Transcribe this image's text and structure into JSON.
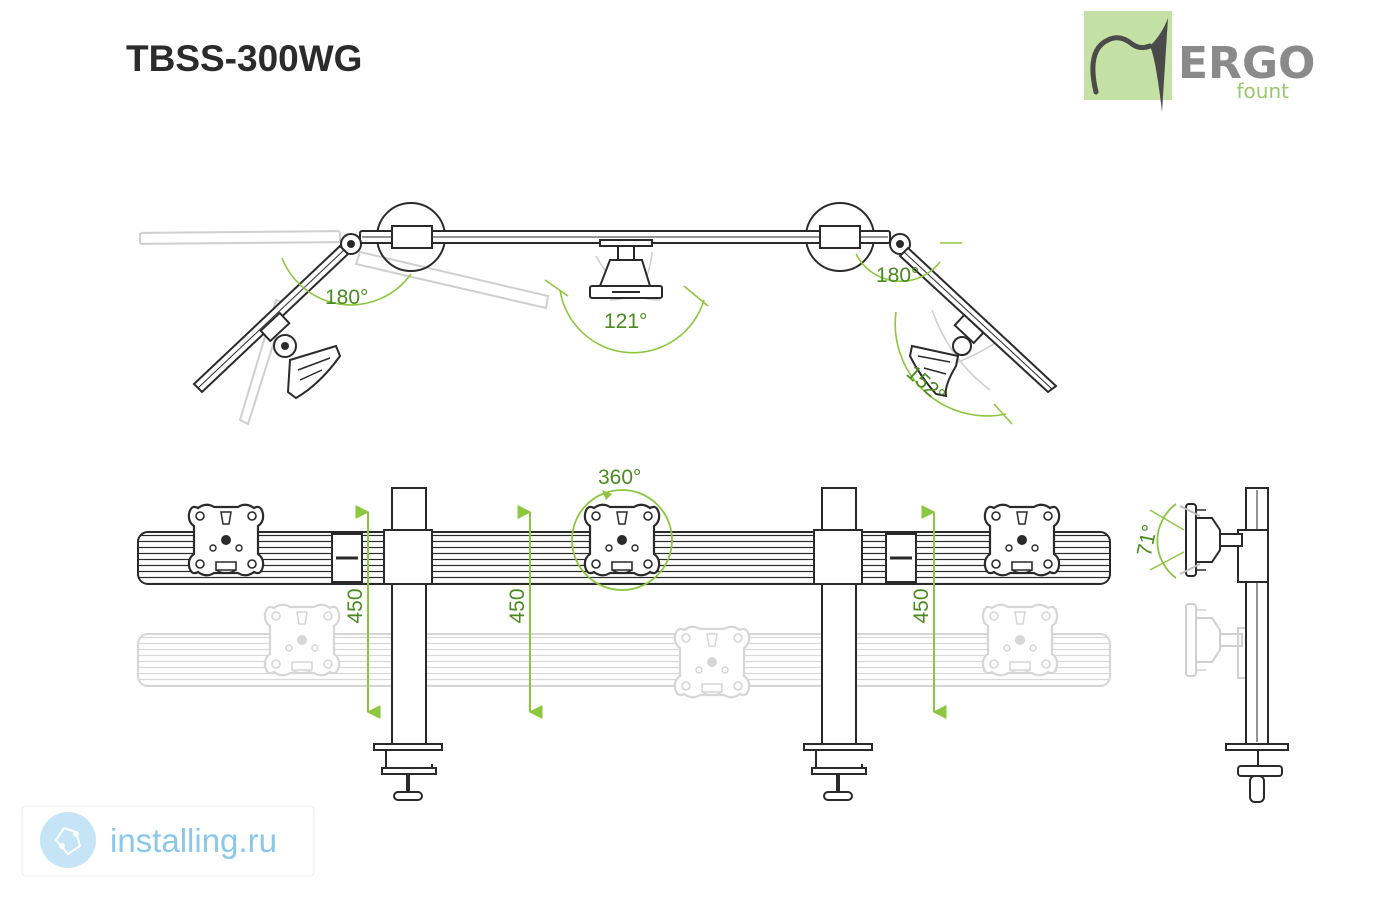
{
  "title": "TBSS-300WG",
  "logo": {
    "name": "ERGO",
    "sub": "fount"
  },
  "watermark": {
    "text": "installing.ru"
  },
  "angles": {
    "left_arm": "180°",
    "center_head": "121°",
    "right_arm": "180°",
    "right_head": "152°",
    "rotation": "360°",
    "tilt": "71°"
  },
  "dimensions": {
    "left": "450",
    "center": "450",
    "right": "450"
  },
  "colors": {
    "accent": "#8dc63f",
    "line": "#2a2a2a",
    "ghost": "#c9c9c9",
    "watermark": "#7fc2e8"
  }
}
